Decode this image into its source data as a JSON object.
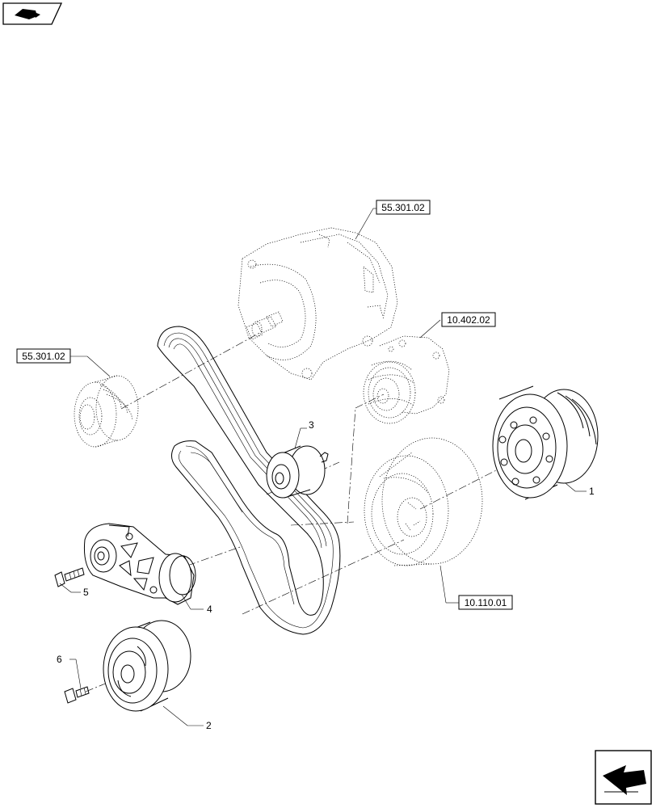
{
  "references": {
    "alternator": "55.301.02",
    "alternator_pulley": "55.301.02",
    "water_pump": "10.402.02",
    "vibration_damper": "10.110.01"
  },
  "callouts": {
    "n1": "1",
    "n2": "2",
    "n3": "3",
    "n4": "4",
    "n5": "5",
    "n6": "6"
  },
  "icons": {
    "top_left": "navigation-tab-icon",
    "bottom_right": "next-page-arrow-icon"
  }
}
